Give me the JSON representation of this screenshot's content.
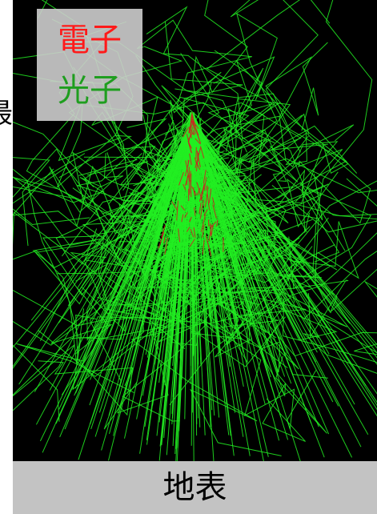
{
  "legend": {
    "electron_label": "電子",
    "photon_label": "光子",
    "electron_color": "#ff1a1a",
    "photon_color": "#1f9e1f"
  },
  "ground": {
    "label": "地表"
  },
  "side_fragment": {
    "text": "最"
  },
  "tracks": {
    "photon_color": "#22ee22",
    "electron_color": "#cc2222",
    "background": "#000000"
  }
}
